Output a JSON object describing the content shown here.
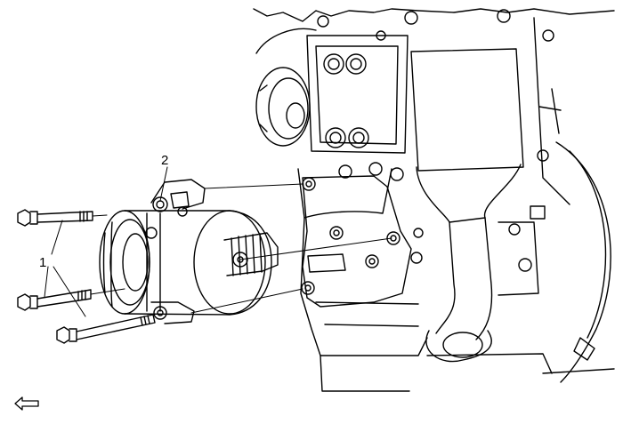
{
  "diagram": {
    "callouts": [
      {
        "label": "1",
        "part": "compressor-bolts"
      },
      {
        "label": "2",
        "part": "air-conditioning-compressor"
      }
    ],
    "orientation_icon": "arrow-left-outline-icon",
    "colors": {
      "line": "#000000",
      "background": "#ffffff"
    }
  }
}
